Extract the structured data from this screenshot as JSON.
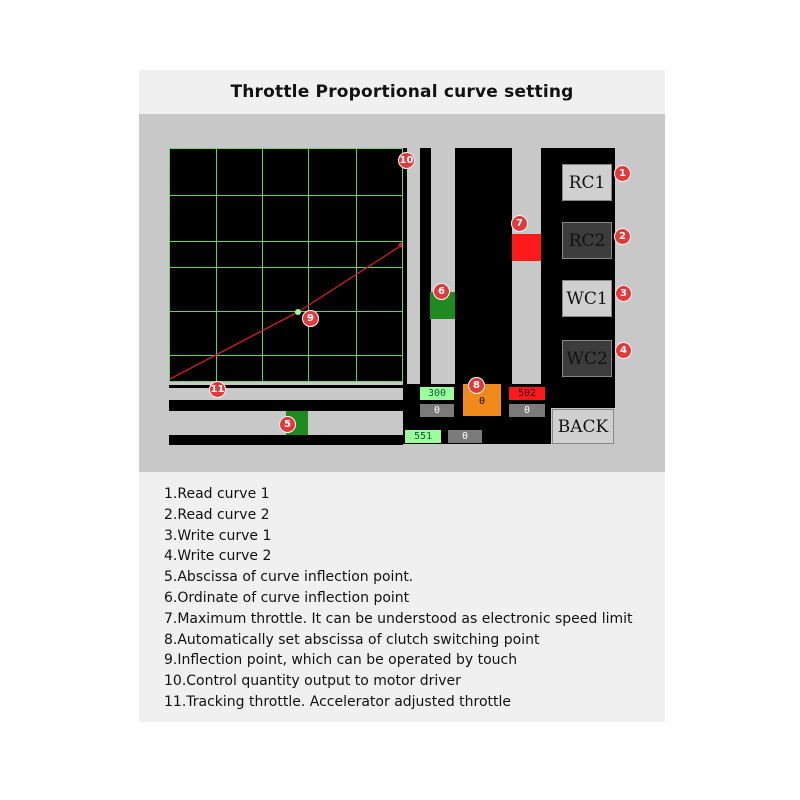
{
  "title": "Throttle Proportional curve setting",
  "screen": {
    "buttons": {
      "rc1": "RC1",
      "rc2": "RC2",
      "wc1": "WC1",
      "wc2": "WC2",
      "back": "BACK"
    },
    "values": {
      "control_output": "300",
      "control_output_sub": "0",
      "clutch_abscissa": "0",
      "max_throttle": "502",
      "max_throttle_sub": "0",
      "tracking_throttle": "551",
      "tracking_throttle_sub": "0"
    },
    "badges": [
      "1",
      "2",
      "3",
      "4",
      "5",
      "6",
      "7",
      "8",
      "9",
      "10",
      "11"
    ]
  },
  "legend": [
    "1.Read curve 1",
    "2.Read curve 2",
    "3.Write curve 1",
    "4.Write curve 2",
    "5.Abscissa of curve inflection point.",
    "6.Ordinate of curve inflection point",
    "7.Maximum throttle. It can be understood as electronic speed limit",
    "8.Automatically set abscissa of clutch switching point",
    "9.Inflection point, which can be operated by touch",
    "10.Control quantity output to motor driver",
    "11.Tracking throttle. Accelerator adjusted throttle"
  ],
  "colors": {
    "grid_line": "#5fd35f",
    "curve": "#d22020",
    "slider_green": "#1f8a1f",
    "max_throttle_red": "#ff1a1a",
    "clutch_orange": "#f08a1a",
    "badge_red": "#e03a3a",
    "button_light": "#d0d0d0",
    "button_dark": "#3c3c3c"
  }
}
